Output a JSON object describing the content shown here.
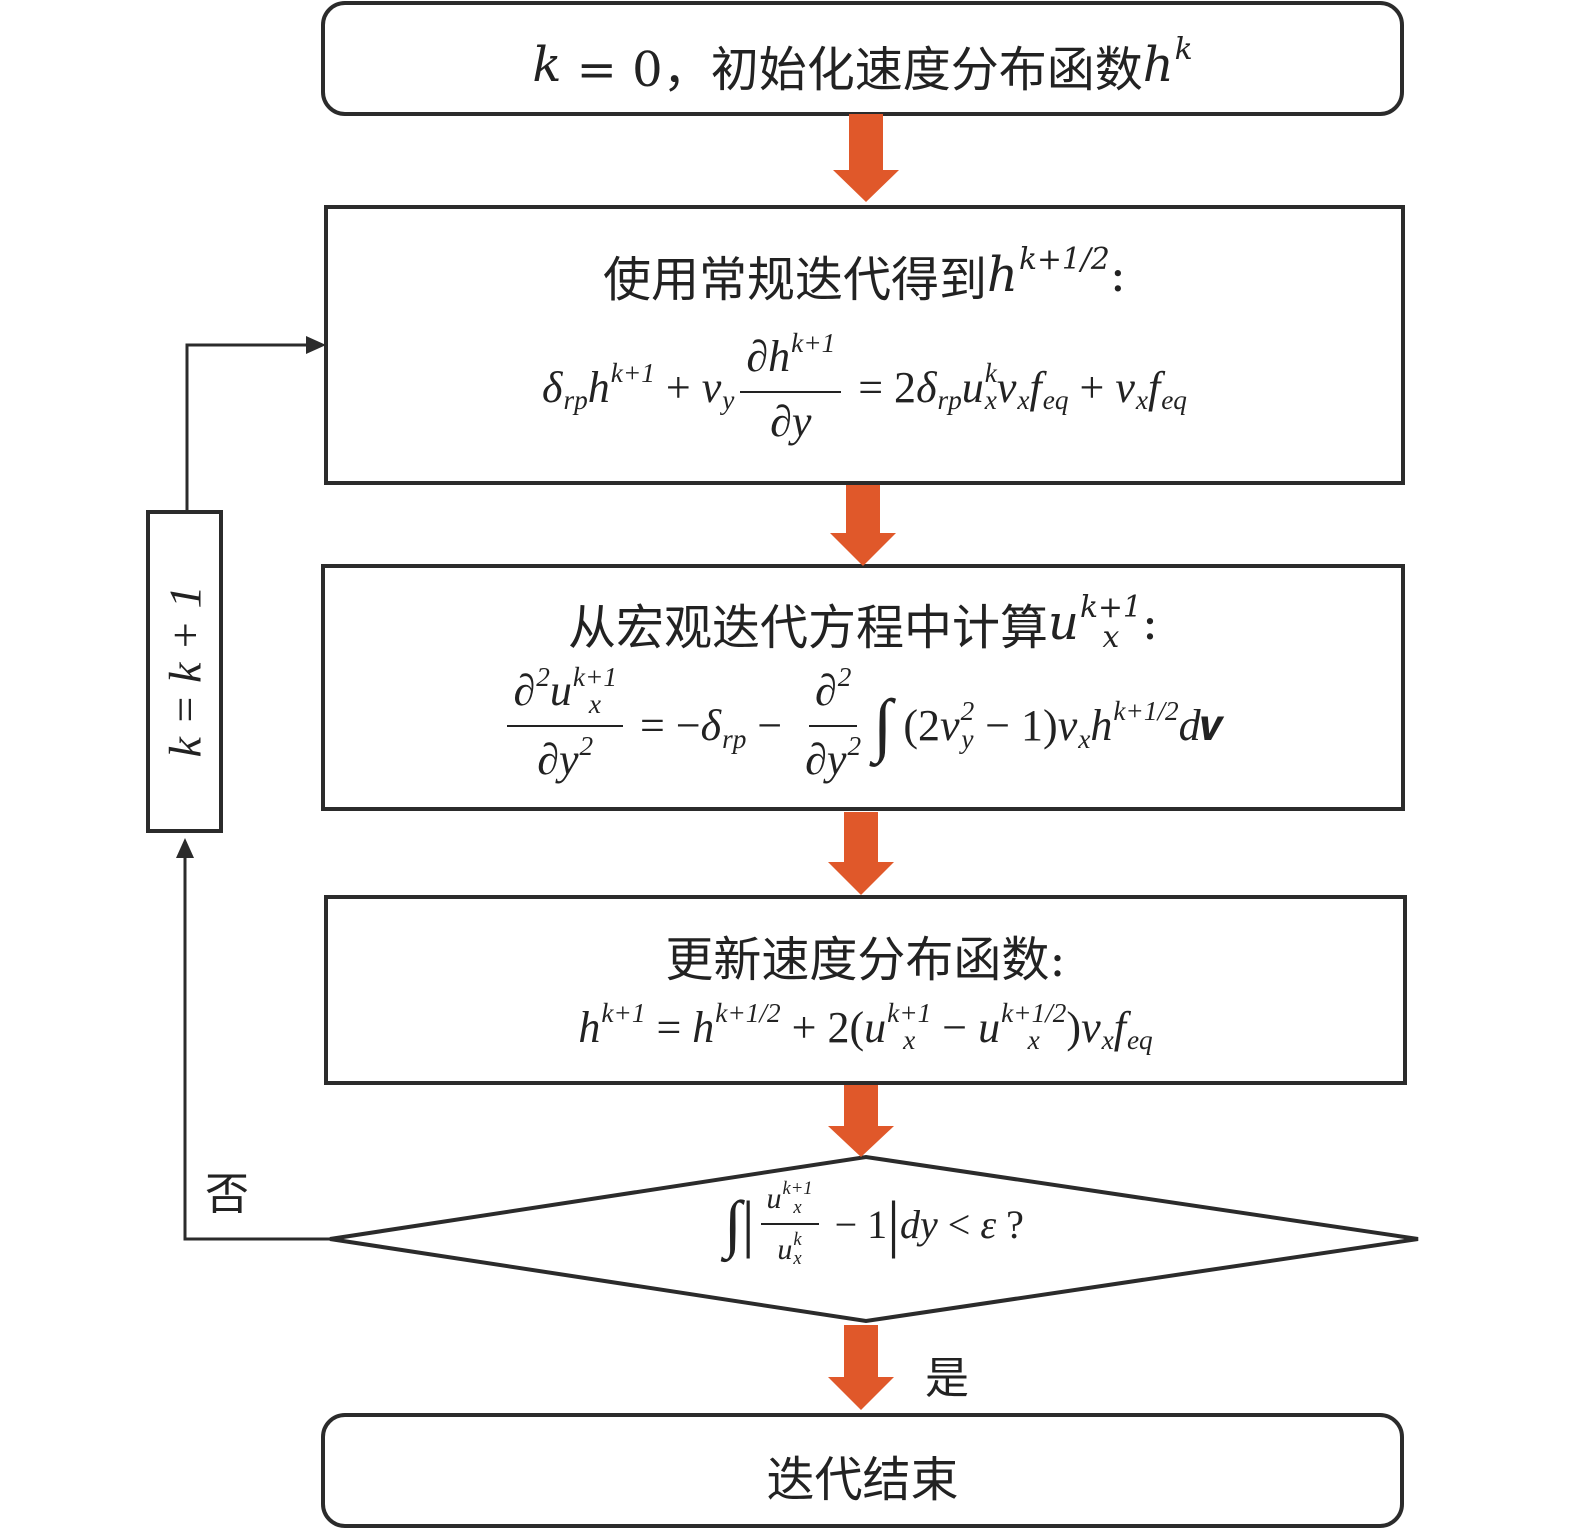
{
  "colors": {
    "arrow": "#E0582A",
    "stroke": "#2b2b2b"
  },
  "box1": {
    "line": [
      {
        "i": "k"
      },
      {
        "t": " = 0，初始化速度分布函数"
      },
      {
        "i": "h",
        "sup": "k"
      }
    ]
  },
  "box2": {
    "title": [
      {
        "t": "使用常规迭代得到"
      },
      {
        "i": "h",
        "sup": "k+1/2"
      },
      {
        "t": ":"
      }
    ],
    "eq": [
      {
        "i": "δ",
        "sub": "rp"
      },
      {
        "i": "h",
        "sup": "k+1"
      },
      {
        "t": " + "
      },
      {
        "i": "v",
        "sub": "y"
      },
      {
        "frac": {
          "num": [
            {
              "t": "∂"
            },
            {
              "i": "h",
              "sup": "k+1"
            }
          ],
          "den": [
            {
              "t": "∂"
            },
            {
              "i": "y"
            }
          ]
        }
      },
      {
        "t": " = 2"
      },
      {
        "i": "δ",
        "sub": "rp"
      },
      {
        "i": "u",
        "sub": "x",
        "sup": "k"
      },
      {
        "i": "v",
        "sub": "x"
      },
      {
        "i": "f",
        "sub": "eq"
      },
      {
        "t": " + "
      },
      {
        "i": "v",
        "sub": "x"
      },
      {
        "i": "f",
        "sub": "eq"
      }
    ]
  },
  "box3": {
    "title": [
      {
        "t": "从宏观迭代方程中计算"
      },
      {
        "i": "u",
        "sub": "x",
        "sup": "k+1"
      },
      {
        "t": ":"
      }
    ],
    "eq": [
      {
        "frac": {
          "num": [
            {
              "t": "∂"
            },
            {
              "i": "",
              "sup": "2"
            },
            {
              "i": "u",
              "sub": "x",
              "sup": "k+1"
            }
          ],
          "den": [
            {
              "t": "∂"
            },
            {
              "i": "y",
              "sup": "2"
            }
          ]
        }
      },
      {
        "t": " = −"
      },
      {
        "i": "δ",
        "sub": "rp"
      },
      {
        "t": " − "
      },
      {
        "frac": {
          "num": [
            {
              "t": "∂"
            },
            {
              "i": "",
              "sup": "2"
            }
          ],
          "den": [
            {
              "t": "∂"
            },
            {
              "i": "y",
              "sup": "2"
            }
          ]
        }
      },
      {
        "big": "∫"
      },
      {
        "t": " (2"
      },
      {
        "i": "v",
        "sub": "y",
        "sup": "2"
      },
      {
        "t": " − 1)"
      },
      {
        "i": "v",
        "sub": "x"
      },
      {
        "i": "h",
        "sup": "k+1/2"
      },
      {
        "i": "d"
      },
      {
        "t": "𝒗"
      }
    ]
  },
  "box4": {
    "title": [
      {
        "t": "更新速度分布函数:"
      }
    ],
    "eq": [
      {
        "i": "h",
        "sup": "k+1"
      },
      {
        "t": " = "
      },
      {
        "i": "h",
        "sup": "k+1/2"
      },
      {
        "t": " + 2("
      },
      {
        "i": "u",
        "sub": "x",
        "sup": "k+1"
      },
      {
        "t": " − "
      },
      {
        "i": "u",
        "sub": "x",
        "sup": "k+1/2"
      },
      {
        "t": ")"
      },
      {
        "i": "v",
        "sub": "x"
      },
      {
        "i": "f",
        "sub": "eq"
      }
    ]
  },
  "decision": {
    "eq": [
      {
        "big": "∫"
      },
      {
        "big": "|"
      },
      {
        "frac": {
          "num": [
            {
              "i": "u",
              "sub": "x",
              "sup": "k+1"
            }
          ],
          "den": [
            {
              "i": "u",
              "sub": "x",
              "sup": "k"
            }
          ]
        }
      },
      {
        "t": " − 1"
      },
      {
        "big": "|"
      },
      {
        "i": "dy"
      },
      {
        "t": " < "
      },
      {
        "i": "ε"
      },
      {
        "t": " ?"
      }
    ]
  },
  "end_box": {
    "line": [
      {
        "t": "迭代结束"
      }
    ]
  },
  "loop_label": "k = k + 1",
  "no_label": "否",
  "yes_label": "是"
}
